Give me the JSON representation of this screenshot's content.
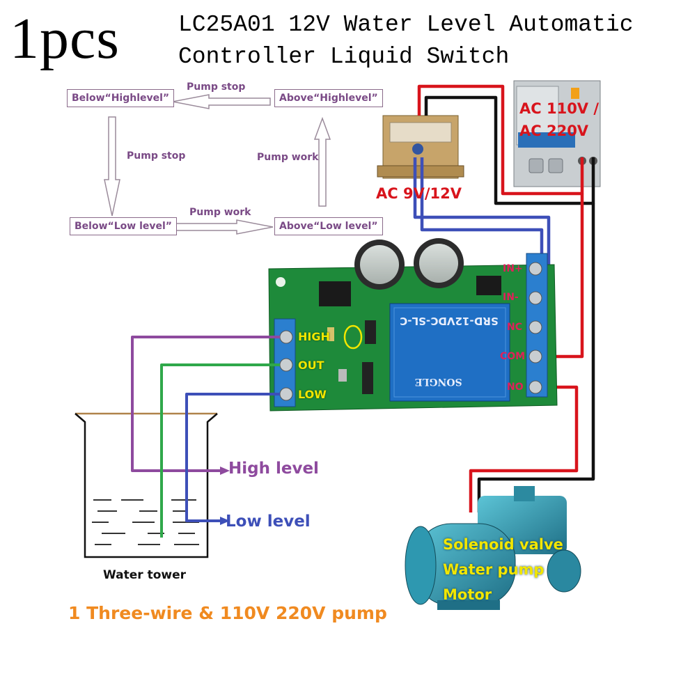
{
  "header": {
    "quantity": "1pcs",
    "title_line1": "LC25A01 12V Water Level Automatic",
    "title_line2": "Controller Liquid Switch"
  },
  "flow": {
    "below_high": "Below“Highlevel”",
    "above_high": "Above“Highlevel”",
    "below_low": "Below“Low level”",
    "above_low": "Above“Low level”",
    "top_arrow": "Pump stop",
    "left_arrow": "Pump stop",
    "right_arrow": "Pump work",
    "bottom_arrow": "Pump work"
  },
  "supply": {
    "breaker": "AC 110V /\nAC 220V",
    "transformer": "AC 9V/12V"
  },
  "board": {
    "relay_model": "SRD-12VDC-SL-C",
    "relay_brand": "SONGLE",
    "sensor_terminals": [
      "HIGH",
      "OUT",
      "LOW"
    ],
    "relay_terminals": [
      "IN+",
      "IN-",
      "NC",
      "COM",
      "NO"
    ]
  },
  "tank": {
    "high_label": "High level",
    "low_label": "Low level",
    "caption": "Water tower"
  },
  "pump": {
    "labels": [
      "Solenoid valve",
      "Water pump",
      "Motor"
    ]
  },
  "footer": {
    "caption": "1 Three-wire & 110V 220V pump"
  },
  "colors": {
    "high_wire": "#8e4a9e",
    "out_wire": "#2fa84a",
    "low_wire": "#3d4fb8",
    "ac_red": "#d8141c",
    "pcb": "#1e8a3a",
    "terminal": "#2b7fcf",
    "flow_text": "#7a4a86",
    "footer": "#f08a20",
    "pump_label": "#f2e600"
  }
}
